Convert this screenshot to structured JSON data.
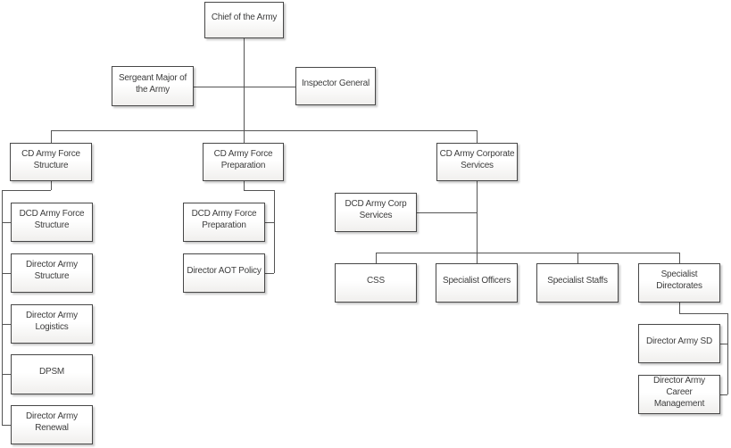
{
  "colors": {
    "connector": "#545454",
    "box_border": "#474747",
    "text": "#3d3d3d",
    "box_fill_top": "#ffffff",
    "box_fill_bottom": "#f0efed",
    "background": "#ffffff"
  },
  "nodes": {
    "chief": {
      "label": "Chief of the Army"
    },
    "sergeant_major": {
      "label": "Sergeant Major of\nthe Army"
    },
    "inspector_general": {
      "label": "Inspector General"
    },
    "cd_force_structure": {
      "label": "CD Army Force\nStructure"
    },
    "cd_force_preparation": {
      "label": "CD Army Force\nPreparation"
    },
    "cd_corporate_services": {
      "label": "CD Army Corporate\nServices"
    },
    "dcd_force_structure": {
      "label": "DCD Army Force\nStructure"
    },
    "director_army_structure": {
      "label": "Director Army\nStructure"
    },
    "director_army_logistics": {
      "label": "Director Army\nLogistics"
    },
    "dpsm": {
      "label": "DPSM"
    },
    "director_army_renewal": {
      "label": "Director Army\nRenewal"
    },
    "dcd_force_preparation": {
      "label": "DCD Army Force\nPreparation"
    },
    "director_aot_policy": {
      "label": "Director AOT Policy"
    },
    "dcd_corp_services": {
      "label": "DCD Army Corp\nServices"
    },
    "css": {
      "label": "CSS"
    },
    "specialist_officers": {
      "label": "Specialist Officers"
    },
    "specialist_staffs": {
      "label": "Specialist Staffs"
    },
    "specialist_directorates": {
      "label": "Specialist\nDirectorates"
    },
    "director_army_sd": {
      "label": "Director Army SD"
    },
    "director_army_career_management": {
      "label": "Director Army\nCareer Management"
    }
  },
  "hierarchy": {
    "chief": {
      "staff": [
        "sergeant_major",
        "inspector_general"
      ],
      "children": [
        "cd_force_structure",
        "cd_force_preparation",
        "cd_corporate_services"
      ]
    },
    "cd_force_structure": {
      "children": [
        "dcd_force_structure",
        "director_army_structure",
        "director_army_logistics",
        "dpsm",
        "director_army_renewal"
      ]
    },
    "cd_force_preparation": {
      "children": [
        "dcd_force_preparation",
        "director_aot_policy"
      ]
    },
    "cd_corporate_services": {
      "staff": [
        "dcd_corp_services"
      ],
      "children": [
        "css",
        "specialist_officers",
        "specialist_staffs",
        "specialist_directorates"
      ]
    },
    "specialist_directorates": {
      "children": [
        "director_army_sd",
        "director_army_career_management"
      ]
    }
  }
}
